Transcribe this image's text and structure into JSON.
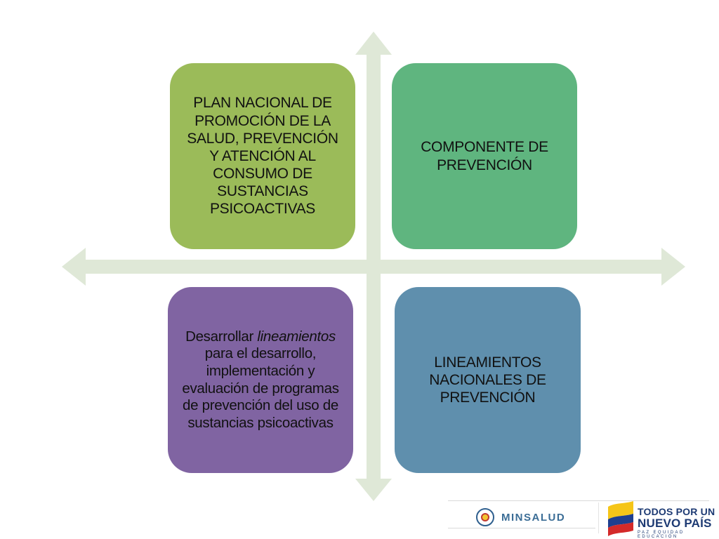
{
  "diagram": {
    "boxes": [
      {
        "id": "plan",
        "text": "PLAN NACIONAL DE PROMOCIÓN DE LA SALUD, PREVENCIÓN Y ATENCIÓN AL CONSUMO DE SUSTANCIAS PSICOACTIVAS",
        "color": "#9bbb59"
      },
      {
        "id": "componente",
        "text": "COMPONENTE DE PREVENCIÓN",
        "color": "#5fb57f"
      },
      {
        "id": "desarrollar",
        "text_before": "Desarrollar ",
        "text_italic": "lineamientos",
        "text_after": " para el desarrollo, implementación y evaluación de programas de prevención del uso de sustancias psicoactivas",
        "color": "#8064a2"
      },
      {
        "id": "lineamientos",
        "text": "LINEAMIENTOS NACIONALES DE PREVENCIÓN",
        "color": "#5f8fad"
      }
    ],
    "arrow_color": "#dfe8d7"
  },
  "footer": {
    "minsalud": "MINSALUD",
    "slogan_line1": "TODOS POR UN",
    "slogan_line2": "NUEVO PAÍS",
    "slogan_line3": "PAZ  EQUIDAD  EDUCACIÓN"
  }
}
